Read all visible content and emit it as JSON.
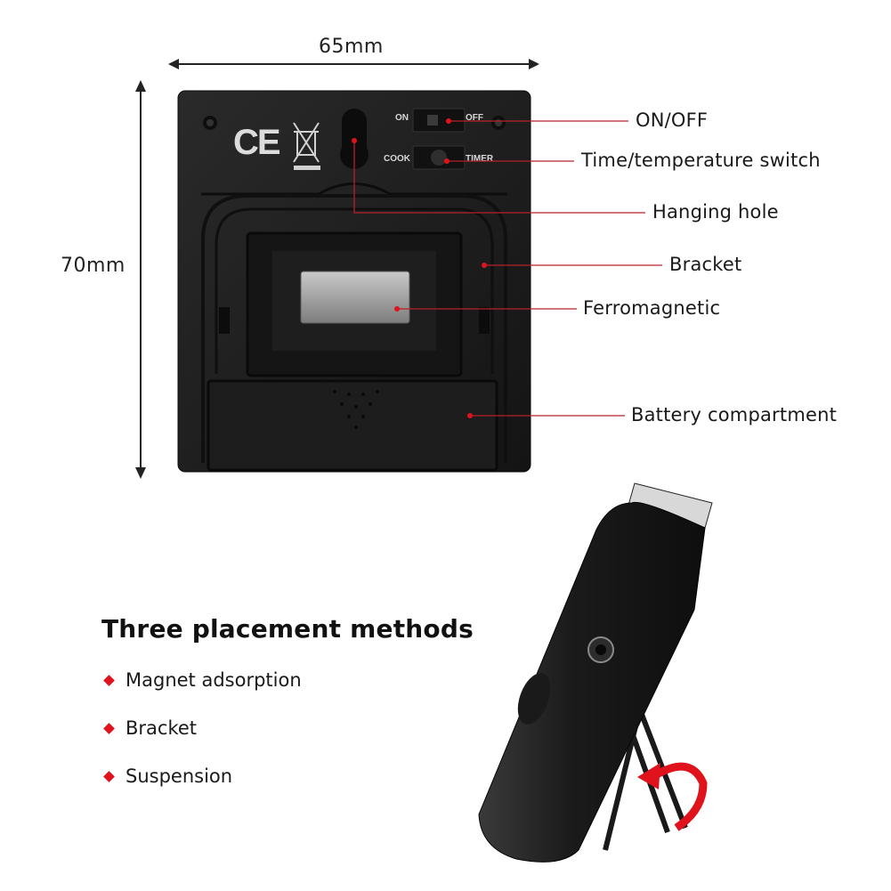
{
  "dimensions": {
    "width_label": "65mm",
    "height_label": "70mm"
  },
  "device_back": {
    "marks": {
      "ce": "CE",
      "weee": "weee-bin-icon"
    },
    "switch_on_label": "ON",
    "switch_off_label": "OFF",
    "switch_cook_label": "COOK",
    "switch_timer_label": "TIMER"
  },
  "callouts": [
    {
      "text": "ON/OFF"
    },
    {
      "text": "Time/temperature switch"
    },
    {
      "text": "Hanging hole"
    },
    {
      "text": "Bracket"
    },
    {
      "text": "Ferromagnetic"
    },
    {
      "text": "Battery compartment"
    }
  ],
  "placement": {
    "heading": "Three placement methods",
    "items": [
      {
        "text": "Magnet adsorption"
      },
      {
        "text": "Bracket"
      },
      {
        "text": "Suspension"
      }
    ]
  },
  "colors": {
    "accent_red": "#e0121b",
    "device_body": "#1b1b1b",
    "leader_line": "#b8202a"
  }
}
